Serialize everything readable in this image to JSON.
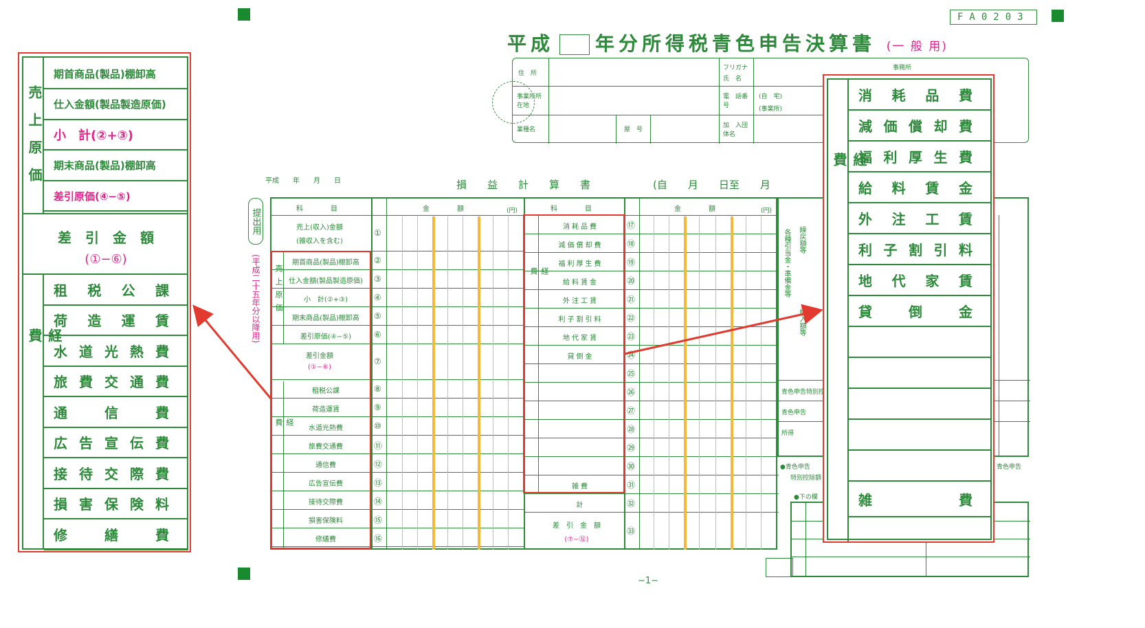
{
  "form_code": "FA0203",
  "title": {
    "prefix": "平成",
    "main": "年分所得税青色申告決算書",
    "suffix": "(一 般 用)"
  },
  "header_fields": {
    "address": "住　所",
    "furigana": "フリガナ",
    "name": "氏　名",
    "office_address": "事業所所在地",
    "phone": "電　話番　号",
    "home": "(自　宅)",
    "office": "(事業所)",
    "business": "業種名",
    "shop_name": "屋　号",
    "association": "加　入団体名",
    "office_label": "事務所"
  },
  "income_statement": {
    "date_label": "平成　　年　　月　　日",
    "title": "損　　益　　計　　算　　書",
    "period": "(自　　月　　日至　　月",
    "header_item": "科　　　　目",
    "header_amount": "金　　　　額",
    "yen": "(円)",
    "submit_label": "提出用",
    "era_note": "(平成二十五年分以降用)",
    "left_items": [
      {
        "label": "売上(収入)金額",
        "note": "(雑収入を含む)",
        "num": "①"
      },
      {
        "label": "期首商品(製品)棚卸高",
        "num": "②"
      },
      {
        "label": "仕入金額(製品製造原価)",
        "num": "③"
      },
      {
        "label": "小　計(②+③)",
        "num": "④"
      },
      {
        "label": "期末商品(製品)棚卸高",
        "num": "⑤"
      },
      {
        "label": "差引原価(④−⑤)",
        "num": "⑥"
      },
      {
        "label": "差引金額",
        "note": "(①−⑥)",
        "num": "⑦"
      },
      {
        "label": "租税公課",
        "num": "⑧"
      },
      {
        "label": "荷造運賃",
        "num": "⑨"
      },
      {
        "label": "水道光熱費",
        "num": "⑩"
      },
      {
        "label": "旅費交通費",
        "num": "⑪"
      },
      {
        "label": "通信費",
        "num": "⑫"
      },
      {
        "label": "広告宣伝費",
        "num": "⑬"
      },
      {
        "label": "接待交際費",
        "num": "⑭"
      },
      {
        "label": "損害保険料",
        "num": "⑮"
      },
      {
        "label": "修繕費",
        "num": "⑯"
      }
    ],
    "mid_items": [
      {
        "label": "消耗品費",
        "num": "⑰"
      },
      {
        "label": "減価償却費",
        "num": "⑱"
      },
      {
        "label": "福利厚生費",
        "num": "⑲"
      },
      {
        "label": "給料賃金",
        "num": "⑳"
      },
      {
        "label": "外注工賃",
        "num": "㉑"
      },
      {
        "label": "利子割引料",
        "num": "㉒"
      },
      {
        "label": "地代家賃",
        "num": "㉓"
      },
      {
        "label": "貸倒金",
        "num": "㉔"
      },
      {
        "label": "",
        "num": "㉕"
      },
      {
        "label": "",
        "num": "㉖"
      },
      {
        "label": "",
        "num": "㉗"
      },
      {
        "label": "",
        "num": "㉘"
      },
      {
        "label": "",
        "num": "㉙"
      },
      {
        "label": "",
        "num": "㉚"
      },
      {
        "label": "雑費",
        "num": "㉛"
      },
      {
        "label": "計",
        "num": "㉜"
      }
    ],
    "mid_diff": {
      "label": "差　引　金　額",
      "note": "(⑦−㉜)",
      "num": "㉝"
    },
    "group_cost": "売上原価",
    "group_expense": "経費",
    "right_fragments": [
      "各種引当金・準備金等",
      "繰戻額等",
      "繰入額等",
      "青色申告特別控除",
      "青色申告",
      "所得",
      "●青色申告",
      "特別控除額",
      "●下の欄",
      "青色申告"
    ]
  },
  "zoom_left": {
    "group_cost": "売上原価",
    "rows": [
      "期首商品(製品)棚卸高",
      "仕入金額(製品製造原価)",
      "小　計(②+③)",
      "期末商品(製品)棚卸高",
      "差引原価(④−⑤)"
    ],
    "diff_label": "差　引　金　額",
    "diff_note": "(①−⑥)",
    "group_expense": "経費",
    "expense_rows": [
      "租税公課",
      "荷造運賃",
      "水道光熱費",
      "旅費交通費",
      "通信費",
      "広告宣伝費",
      "接待交際費",
      "損害保険料",
      "修繕費"
    ]
  },
  "zoom_right": {
    "group_expense": "経費",
    "rows": [
      "消耗品費",
      "減価償却費",
      "福利厚生費",
      "給料賃金",
      "外注工賃",
      "利子割引料",
      "地代家賃",
      "貸倒金",
      "",
      "",
      "",
      "",
      "",
      "雑費"
    ]
  },
  "footer": "−1−",
  "colors": {
    "green": "#2d8a3a",
    "magenta": "#e0248a",
    "highlight": "#e23a2e",
    "stripe": "#f5b83a"
  }
}
